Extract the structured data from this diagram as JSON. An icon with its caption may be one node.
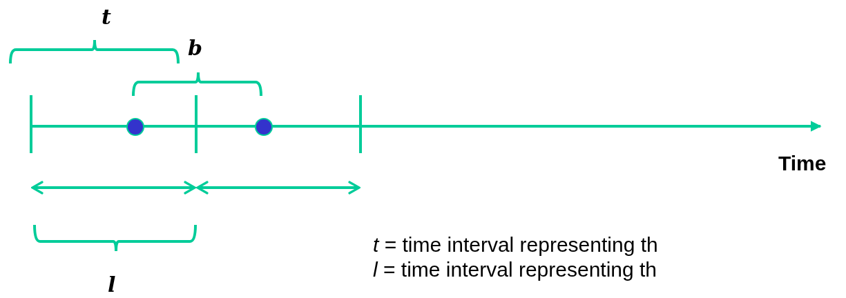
{
  "diagram": {
    "labels": [
      "t",
      "b",
      "Time",
      "l",
      "*t* = time interval representing th",
      "*l* = time interval representing th"
    ]
  }
}
